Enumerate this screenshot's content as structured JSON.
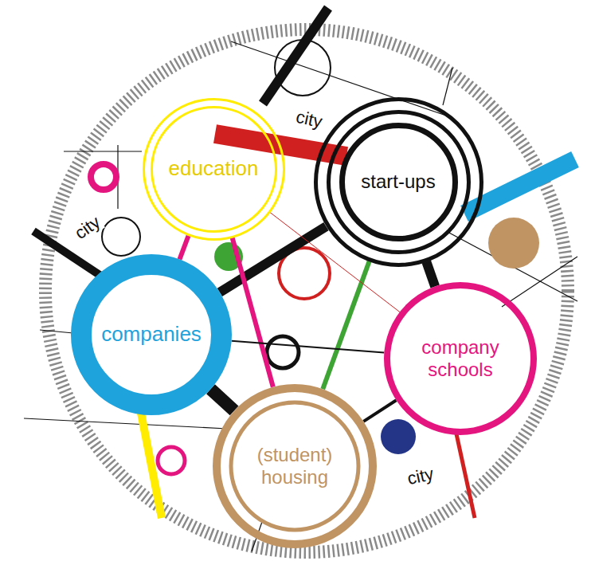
{
  "diagram": {
    "nodes": [
      {
        "text": [
          "education"
        ]
      },
      {
        "text": [
          "start-ups"
        ]
      },
      {
        "text": [
          "companies"
        ]
      },
      {
        "text": [
          "company schools"
        ]
      },
      {
        "text": [
          "(student) housing"
        ]
      }
    ],
    "edges": [
      {
        "from": 1,
        "to": 2,
        "arrow": "none"
      },
      {
        "from": 1,
        "to": 4,
        "arrow": "none"
      },
      {
        "from": 1,
        "to": 3,
        "arrow": "none"
      },
      {
        "from": 0,
        "to": 2,
        "arrow": "none"
      },
      {
        "from": 0,
        "to": 4,
        "arrow": "none"
      },
      {
        "from": 0,
        "to": 3,
        "arrow": "none"
      },
      {
        "from": 2,
        "to": 3,
        "arrow": "none"
      },
      {
        "from": 2,
        "to": 4,
        "arrow": "none"
      },
      {
        "from": 4,
        "to": 3,
        "arrow": "none"
      }
    ],
    "labels": [
      "city",
      "city",
      "city"
    ]
  }
}
